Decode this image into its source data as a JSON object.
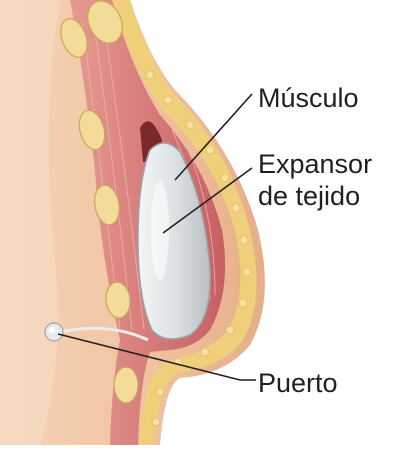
{
  "labels": {
    "muscle": "Músculo",
    "expander_line1": "Expansor",
    "expander_line2": "de tejido",
    "port": "Puerto"
  },
  "colors": {
    "skin": "#f2c7a4",
    "skin_shadow": "#d9a07e",
    "fat": "#f0cf7a",
    "muscle": "#d9797a",
    "implant": "#dfe4e6",
    "leader_line": "#231f20"
  }
}
